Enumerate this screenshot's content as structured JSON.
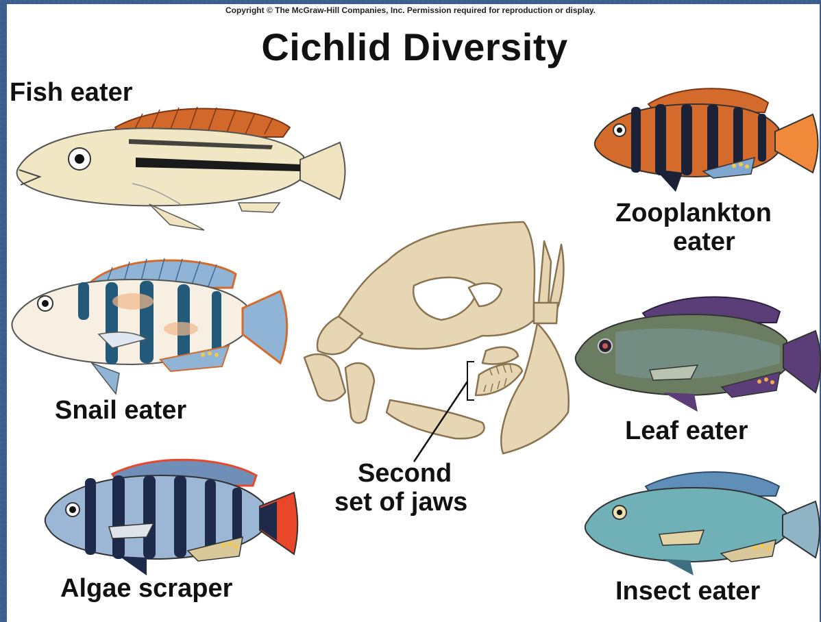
{
  "copyright": "Copyright © The McGraw-Hill Companies, Inc. Permission required for reproduction or display.",
  "title": "Cichlid Diversity",
  "labels": {
    "fish_eater": "Fish eater",
    "snail_eater": "Snail eater",
    "algae_scraper": "Algae scraper",
    "zooplankton_1": "Zooplankton",
    "zooplankton_2": "eater",
    "leaf_eater": "Leaf eater",
    "insect_eater": "Insect eater",
    "jaws_1": "Second",
    "jaws_2": "set of jaws"
  },
  "colors": {
    "background": "#3d5f8f",
    "fish_eater_body": "#f1e7c5",
    "fish_eater_fin": "#d2692b",
    "snail_eater_body": "#f6efe2",
    "snail_eater_fin": "#8fb4d6",
    "algae_body": "#9cb6d6",
    "algae_stripe": "#1d2a4a",
    "algae_tail": "#e8472a",
    "zooplankton_body": "#d46a2b",
    "zooplankton_stripe": "#1b2238",
    "leaf_body": "#6a7d61",
    "leaf_fin": "#5b3e78",
    "insect_body": "#6fb1b7",
    "jaw_bone": "#e6d6b4"
  }
}
